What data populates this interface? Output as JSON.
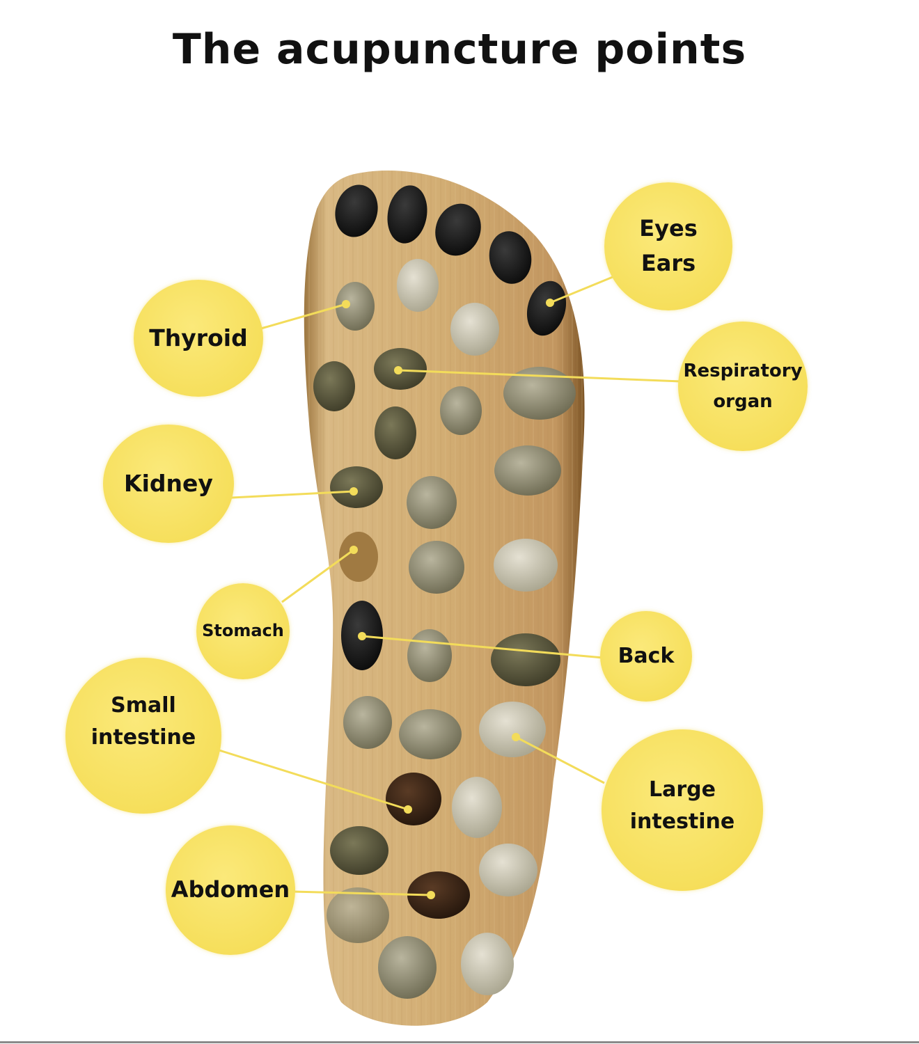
{
  "title": "The acupuncture points",
  "colors": {
    "bubble": "#f6df5c",
    "leader_line": "#f3dc5a",
    "wood": "#c9a36a",
    "text": "#111111"
  },
  "labels": [
    {
      "id": "eyes-ears",
      "lines": [
        "Eyes",
        "Ears"
      ],
      "side": "right"
    },
    {
      "id": "respiratory-organ",
      "lines": [
        "Respiratory",
        "organ"
      ],
      "side": "right"
    },
    {
      "id": "thyroid",
      "lines": [
        "Thyroid"
      ],
      "side": "left"
    },
    {
      "id": "kidney",
      "lines": [
        "Kidney"
      ],
      "side": "left"
    },
    {
      "id": "stomach",
      "lines": [
        "Stomach"
      ],
      "side": "left"
    },
    {
      "id": "back",
      "lines": [
        "Back"
      ],
      "side": "right"
    },
    {
      "id": "small-intestine",
      "lines": [
        "Small",
        "intestine"
      ],
      "side": "left"
    },
    {
      "id": "large-intestine",
      "lines": [
        "Large",
        "intestine"
      ],
      "side": "right"
    },
    {
      "id": "abdomen",
      "lines": [
        "Abdomen"
      ],
      "side": "left"
    }
  ]
}
